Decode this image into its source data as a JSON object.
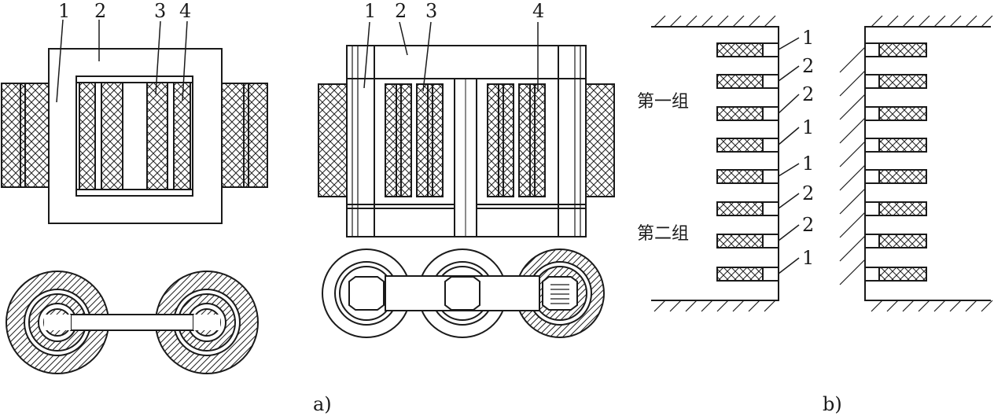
{
  "left_view_labels": [
    "1",
    "2",
    "3",
    "4"
  ],
  "middle_view_labels": [
    "1",
    "2",
    "3",
    "4"
  ],
  "caption_a": "a)",
  "caption_b": "b)",
  "group_labels": [
    "第一组",
    "第二组"
  ],
  "winding_numbers": [
    "1",
    "2",
    "2",
    "1",
    "1",
    "2",
    "2",
    "1"
  ]
}
